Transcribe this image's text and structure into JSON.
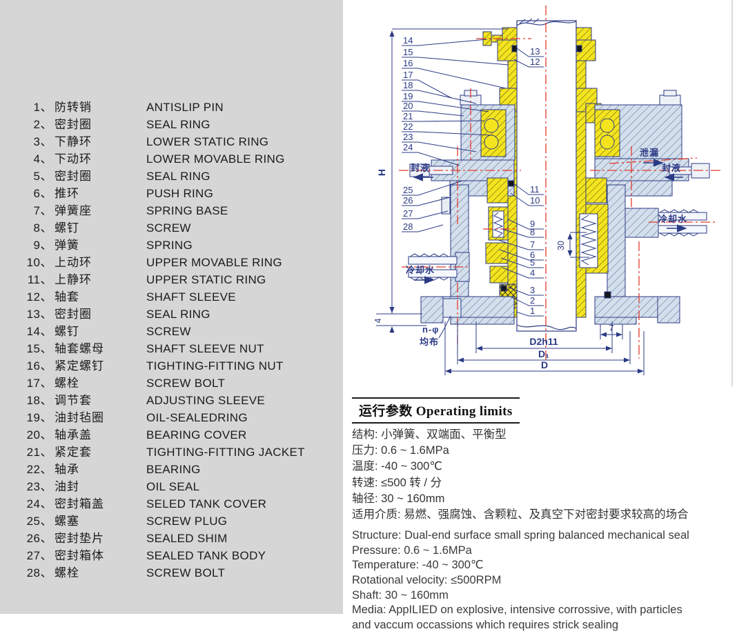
{
  "parts_list": {
    "items": [
      {
        "num": "1、",
        "cn": "防转销",
        "en": "ANTISLIP PIN"
      },
      {
        "num": "2、",
        "cn": "密封圈",
        "en": "SEAL RING"
      },
      {
        "num": "3、",
        "cn": "下静环",
        "en": "LOWER STATIC RING"
      },
      {
        "num": "4、",
        "cn": "下动环",
        "en": "LOWER MOVABLE RING"
      },
      {
        "num": "5、",
        "cn": "密封圈",
        "en": "SEAL RING"
      },
      {
        "num": "6、",
        "cn": "推环",
        "en": "PUSH RING"
      },
      {
        "num": "7、",
        "cn": "弹簧座",
        "en": "SPRING BASE"
      },
      {
        "num": "8、",
        "cn": "螺钉",
        "en": "SCREW"
      },
      {
        "num": "9、",
        "cn": "弹簧",
        "en": "SPRING"
      },
      {
        "num": "10、",
        "cn": "上动环",
        "en": "UPPER MOVABLE RING"
      },
      {
        "num": "11、",
        "cn": "上静环",
        "en": "UPPER STATIC RING"
      },
      {
        "num": "12、",
        "cn": "轴套",
        "en": "SHAFT SLEEVE"
      },
      {
        "num": "13、",
        "cn": "密封圈",
        "en": "SEAL RING"
      },
      {
        "num": "14、",
        "cn": "螺钉",
        "en": "SCREW"
      },
      {
        "num": "15、",
        "cn": "轴套螺母",
        "en": "SHAFT SLEEVE NUT"
      },
      {
        "num": "16、",
        "cn": "紧定螺钉",
        "en": "TIGHTING-FITTING NUT"
      },
      {
        "num": "17、",
        "cn": "螺栓",
        "en": "SCREW BOLT"
      },
      {
        "num": "18、",
        "cn": "调节套",
        "en": "ADJUSTING SLEEVE"
      },
      {
        "num": "19、",
        "cn": "油封毡圈",
        "en": "OIL-SEALEDRING"
      },
      {
        "num": "20、",
        "cn": "轴承盖",
        "en": "BEARING COVER"
      },
      {
        "num": "21、",
        "cn": "紧定套",
        "en": "TIGHTING-FITTING JACKET"
      },
      {
        "num": "22、",
        "cn": "轴承",
        "en": "BEARING"
      },
      {
        "num": "23、",
        "cn": "油封",
        "en": "OIL SEAL"
      },
      {
        "num": "24、",
        "cn": "密封箱盖",
        "en": "SELED TANK COVER"
      },
      {
        "num": "25、",
        "cn": "螺塞",
        "en": "SCREW PLUG"
      },
      {
        "num": "26、",
        "cn": "密封垫片",
        "en": "SEALED SHIM"
      },
      {
        "num": "27、",
        "cn": "密封箱体",
        "en": "SEALED TANK BODY"
      },
      {
        "num": "28、",
        "cn": "螺栓",
        "en": "SCREW BOLT"
      }
    ]
  },
  "drawing": {
    "callouts": {
      "left": [
        "14",
        "15",
        "16",
        "17",
        "18",
        "19",
        "20",
        "21",
        "22",
        "23",
        "24",
        "25",
        "26",
        "27",
        "28"
      ],
      "mid": [
        "13",
        "12",
        "11",
        "10",
        "9",
        "8",
        "7",
        "6",
        "5",
        "4",
        "3",
        "2",
        "1"
      ]
    },
    "dimensions": {
      "H": "H",
      "four": "4",
      "thirty": "30",
      "seven": "7",
      "d2h11": "D2h11",
      "d1": "D₁",
      "d": "D"
    },
    "annotations": {
      "n_phi": "n-φ",
      "evenly": "均布",
      "seal_liquid_left": "封液",
      "seal_liquid_right": "封液",
      "leakage": "泄漏",
      "cooling_left": "冷却水",
      "cooling_right": "冷却水"
    },
    "colors": {
      "yellow_part": "#f4e41e",
      "blue_part": "#d3dfec",
      "line_navy": "#2b3a85",
      "centerline_red": "#e13a2a"
    }
  },
  "operating_limits": {
    "title": "运行参数 Operating limits",
    "cn": [
      "结构: 小弹簧、双端面、平衡型",
      "压力: 0.6 ~ 1.6MPa",
      "温度: -40 ~ 300℃",
      "转速: ≤500 转 / 分",
      "轴径: 30 ~ 160mm",
      "适用介质: 易燃、强腐蚀、含颗粒、及真空下对密封要求较高的场合"
    ],
    "en": [
      "Structure: Dual-end surface small spring balanced mechanical seal",
      "Pressure: 0.6 ~ 1.6MPa",
      "Temperature: -40 ~ 300℃",
      "Rotational velocity: ≤500RPM",
      "Shaft: 30 ~ 160mm",
      "Media: AppILIED on explosive, intensive corrossive, with particles",
      "and vaccum occassions which requires strick sealing"
    ]
  }
}
